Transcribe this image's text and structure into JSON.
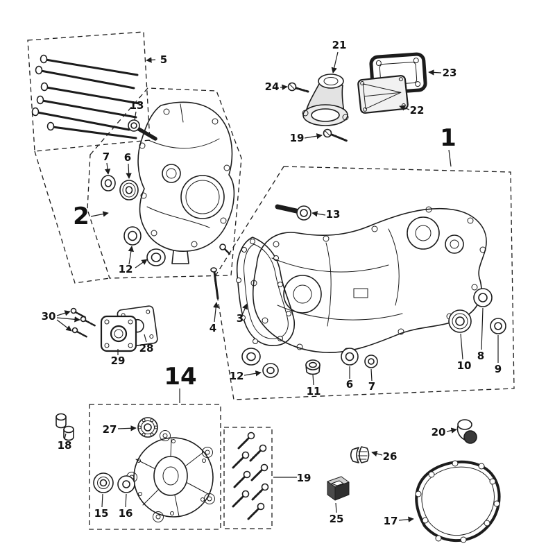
{
  "figure": {
    "type": "exploded-parts-diagram",
    "background_color": "#ffffff",
    "line_color": "#1c1c1c"
  },
  "callouts": [
    {
      "label": "5"
    },
    {
      "label": "13"
    },
    {
      "label": "7"
    },
    {
      "label": "6"
    },
    {
      "label": "2"
    },
    {
      "label": "12"
    },
    {
      "label": "21"
    },
    {
      "label": "24"
    },
    {
      "label": "23"
    },
    {
      "label": "22"
    },
    {
      "label": "19"
    },
    {
      "label": "1"
    },
    {
      "label": "13"
    },
    {
      "label": "3"
    },
    {
      "label": "4"
    },
    {
      "label": "30"
    },
    {
      "label": "29"
    },
    {
      "label": "28"
    },
    {
      "label": "14"
    },
    {
      "label": "12"
    },
    {
      "label": "11"
    },
    {
      "label": "6"
    },
    {
      "label": "7"
    },
    {
      "label": "10"
    },
    {
      "label": "8"
    },
    {
      "label": "9"
    },
    {
      "label": "18"
    },
    {
      "label": "27"
    },
    {
      "label": "15"
    },
    {
      "label": "16"
    },
    {
      "label": "20"
    },
    {
      "label": "26"
    },
    {
      "label": "19"
    },
    {
      "label": "25"
    },
    {
      "label": "17"
    }
  ]
}
